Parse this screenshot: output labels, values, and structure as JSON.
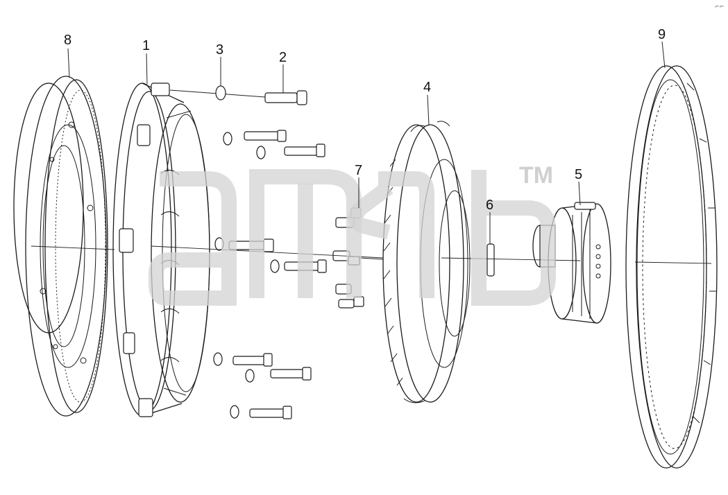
{
  "callouts": {
    "c1": "1",
    "c2": "2",
    "c3": "3",
    "c4": "4",
    "c5": "5",
    "c6": "6",
    "c7": "7",
    "c8": "8",
    "c9": "9"
  },
  "watermark": {
    "tm": "TM"
  },
  "corner_mark": "⌐⌐"
}
